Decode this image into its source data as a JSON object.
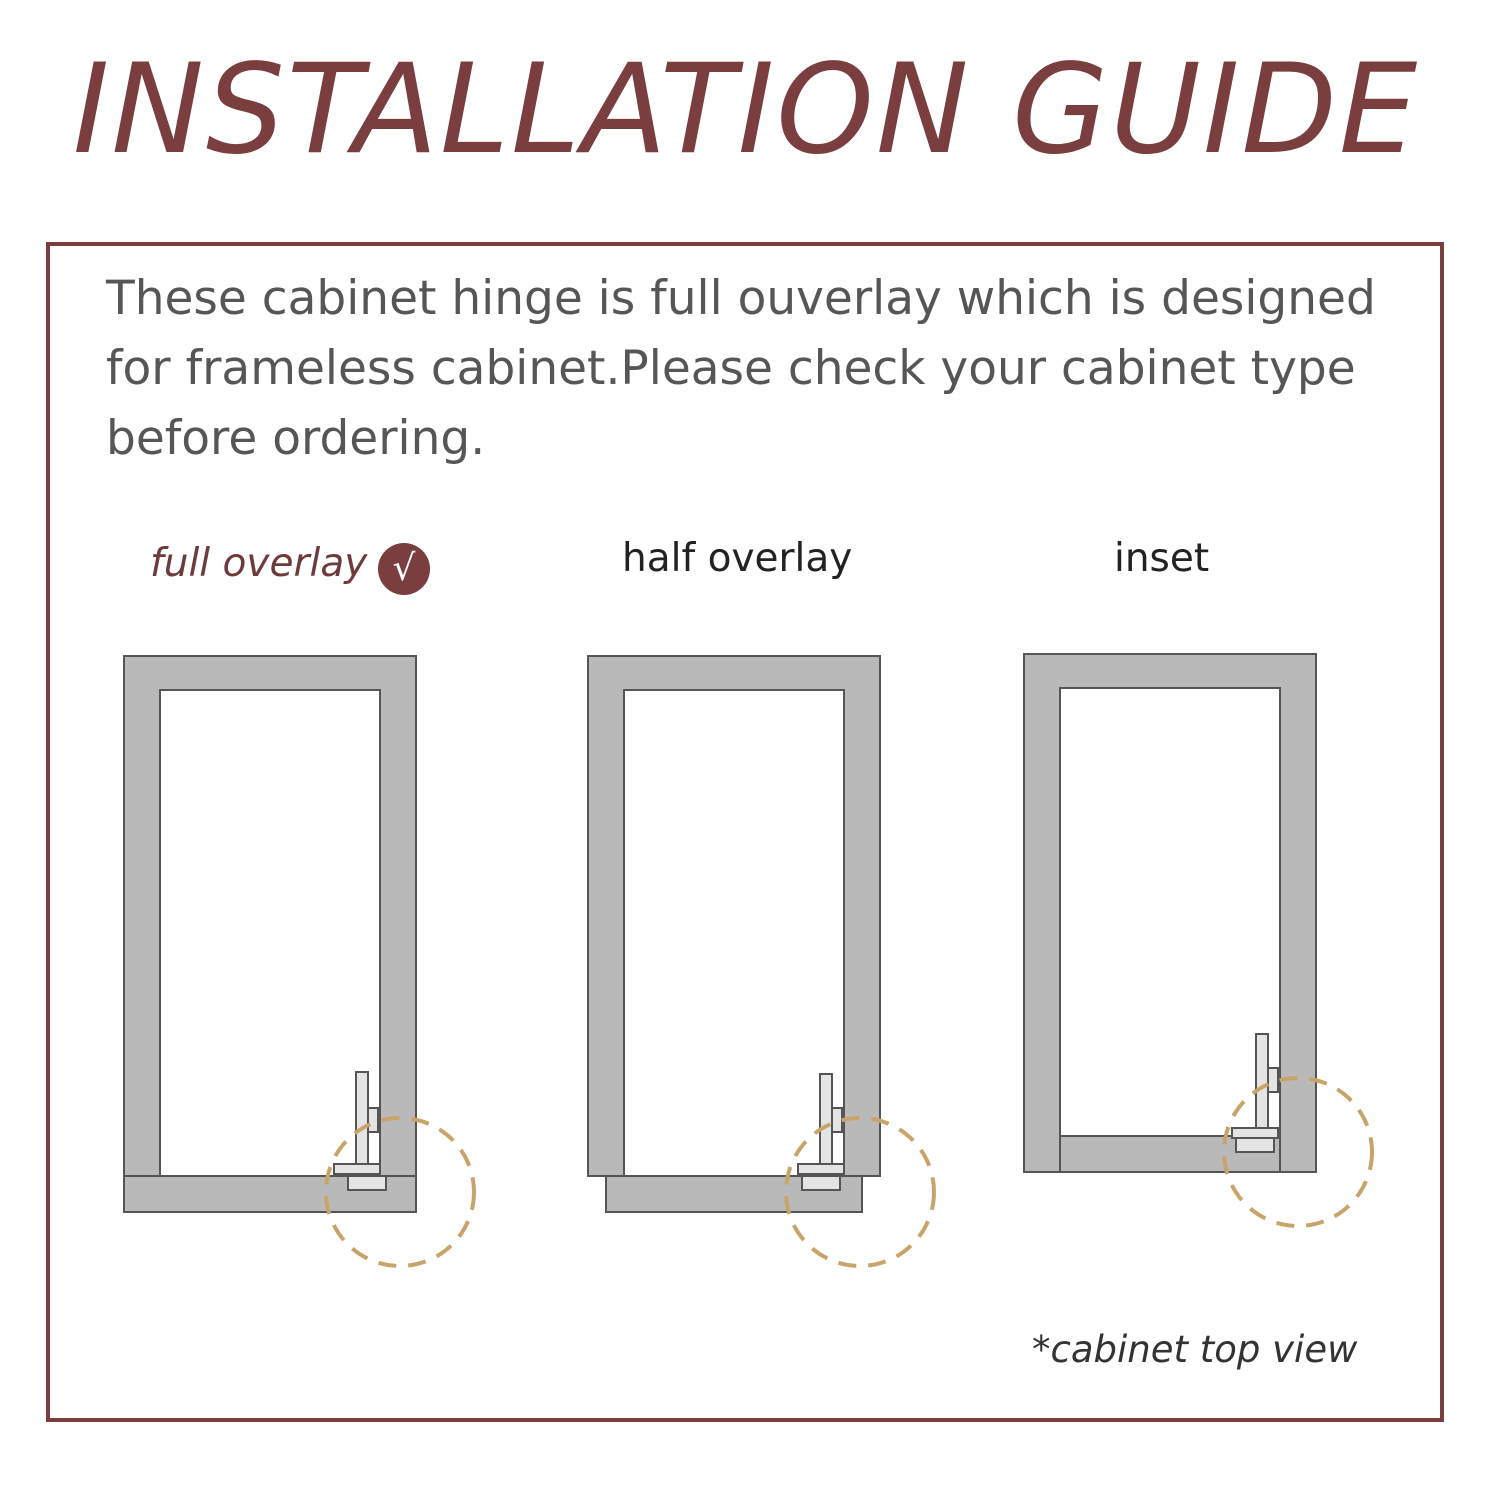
{
  "title": "INSTALLATION GUIDE",
  "intro": "These cabinet hinge is full ouverlay which is designed for frameless cabinet.Please check your cabinet type before ordering.",
  "types": [
    {
      "label": "full overlay",
      "selected": true
    },
    {
      "label": "half overlay",
      "selected": false
    },
    {
      "label": "inset",
      "selected": false
    }
  ],
  "check_mark": "√",
  "note": "*cabinet top view",
  "colors": {
    "accent": "#7a3e3f",
    "frame_gray": "#b9b9b9",
    "outline": "#555555",
    "dashed_circle": "#c9a46a"
  }
}
